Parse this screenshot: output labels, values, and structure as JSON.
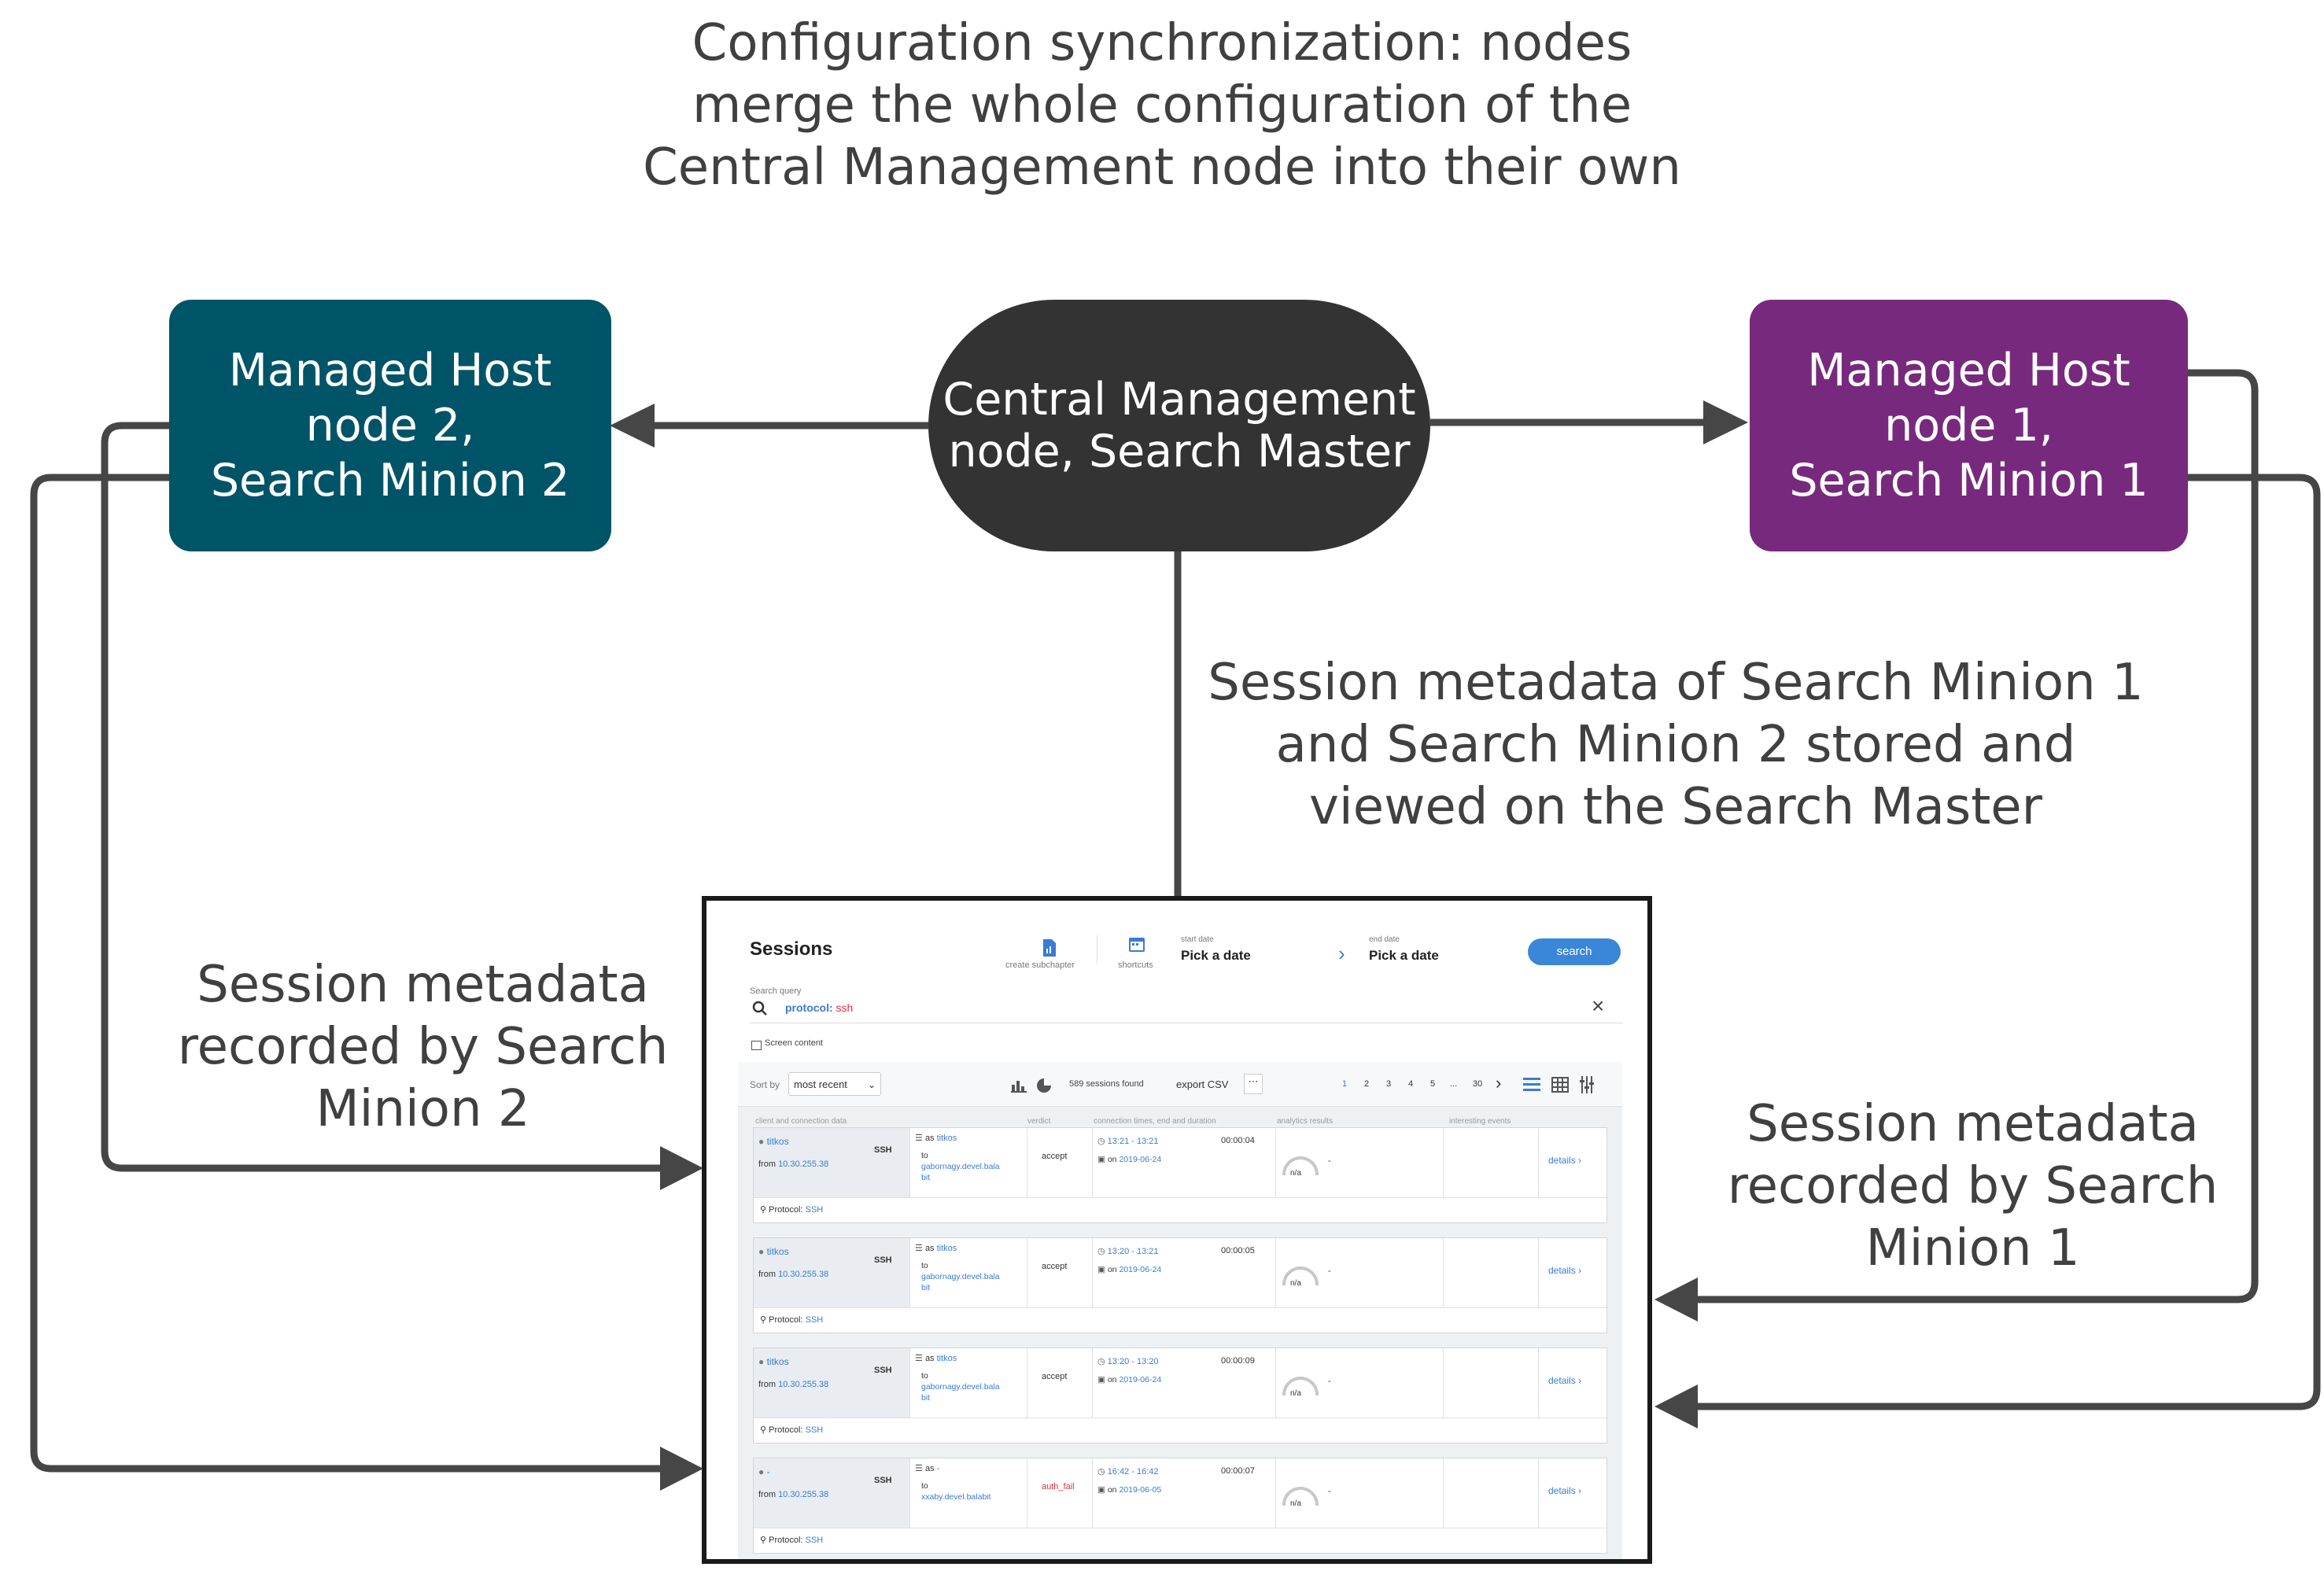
{
  "title_lines": [
    "Configuration synchronization: nodes",
    "merge the whole configuration of the",
    "Central Management node into their own"
  ],
  "nodes": {
    "central": {
      "lines": [
        "Central Management",
        "node, Search Master"
      ],
      "color": "#333333"
    },
    "host2": {
      "lines": [
        "Managed Host",
        "node 2,",
        "Search Minion 2"
      ],
      "color": "#005468"
    },
    "host1": {
      "lines": [
        "Managed Host",
        "node 1,",
        "Search Minion 1"
      ],
      "color": "#772a7d"
    }
  },
  "captions": {
    "master_store": [
      "Session metadata of Search Minion 1",
      "and Search Minion 2 stored and",
      "viewed on the Search Master"
    ],
    "minion2": [
      "Session metadata",
      "recorded by Search",
      "Minion 2"
    ],
    "minion1": [
      "Session metadata",
      "recorded by Search",
      "Minion 1"
    ]
  },
  "connector_color": "#464646",
  "screenshot": {
    "page_title": "Sessions",
    "toolbar": {
      "create_subchapter": "create subchapter",
      "shortcuts": "shortcuts",
      "start_date_label": "start date",
      "start_date_value": "Pick a date",
      "end_date_label": "end date",
      "end_date_value": "Pick a date",
      "search_button": "search"
    },
    "search": {
      "label": "Search query",
      "key": "protocol:",
      "value": "ssh",
      "screen_content": "Screen content"
    },
    "sort": {
      "label": "Sort by",
      "value": "most recent"
    },
    "sessions_found": "589 sessions found",
    "export": "export CSV",
    "pagination": [
      "1",
      "2",
      "3",
      "4",
      "5",
      "...",
      "30"
    ],
    "columns": [
      "client and connection data",
      "verdict",
      "connection times, end and duration",
      "analytics results",
      "interesting events"
    ],
    "rows": [
      {
        "user": "titkos",
        "from_label": "from",
        "ip": "10.30.255.38",
        "protocol": "SSH",
        "as_label": "as",
        "as_user": "titkos",
        "to_label": "to",
        "target": [
          "gabornagy.devel.bala",
          "bit"
        ],
        "verdict": "accept",
        "time": "13:21 - 13:21",
        "on_label": "on",
        "date": "2019-06-24",
        "duration": "00:00:04",
        "gauge": "n/a",
        "analytics": "-",
        "details": "details",
        "protocol_label": "Protocol:",
        "protocol_value": "SSH"
      },
      {
        "user": "titkos",
        "from_label": "from",
        "ip": "10.30.255.38",
        "protocol": "SSH",
        "as_label": "as",
        "as_user": "titkos",
        "to_label": "to",
        "target": [
          "gabornagy.devel.bala",
          "bit"
        ],
        "verdict": "accept",
        "time": "13:20 - 13:21",
        "on_label": "on",
        "date": "2019-06-24",
        "duration": "00:00:05",
        "gauge": "n/a",
        "analytics": "-",
        "details": "details",
        "protocol_label": "Protocol:",
        "protocol_value": "SSH"
      },
      {
        "user": "titkos",
        "from_label": "from",
        "ip": "10.30.255.38",
        "protocol": "SSH",
        "as_label": "as",
        "as_user": "titkos",
        "to_label": "to",
        "target": [
          "gabornagy.devel.bala",
          "bit"
        ],
        "verdict": "accept",
        "time": "13:20 - 13:20",
        "on_label": "on",
        "date": "2019-06-24",
        "duration": "00:00:09",
        "gauge": "n/a",
        "analytics": "-",
        "details": "details",
        "protocol_label": "Protocol:",
        "protocol_value": "SSH"
      },
      {
        "user": "-",
        "from_label": "from",
        "ip": "10.30.255.38",
        "protocol": "SSH",
        "as_label": "as",
        "as_user": "-",
        "to_label": "to",
        "target": [
          "xxaby.devel.balabit"
        ],
        "verdict": "auth_fail",
        "time": "16:42 - 16:42",
        "on_label": "on",
        "date": "2019-06-05",
        "duration": "00:00:07",
        "gauge": "n/a",
        "analytics": "-",
        "details": "details",
        "protocol_label": "Protocol:",
        "protocol_value": "SSH"
      }
    ],
    "colors": {
      "accent": "#3a7bd5",
      "search_button": "#3a86d8",
      "fail": "#e0303a"
    }
  }
}
